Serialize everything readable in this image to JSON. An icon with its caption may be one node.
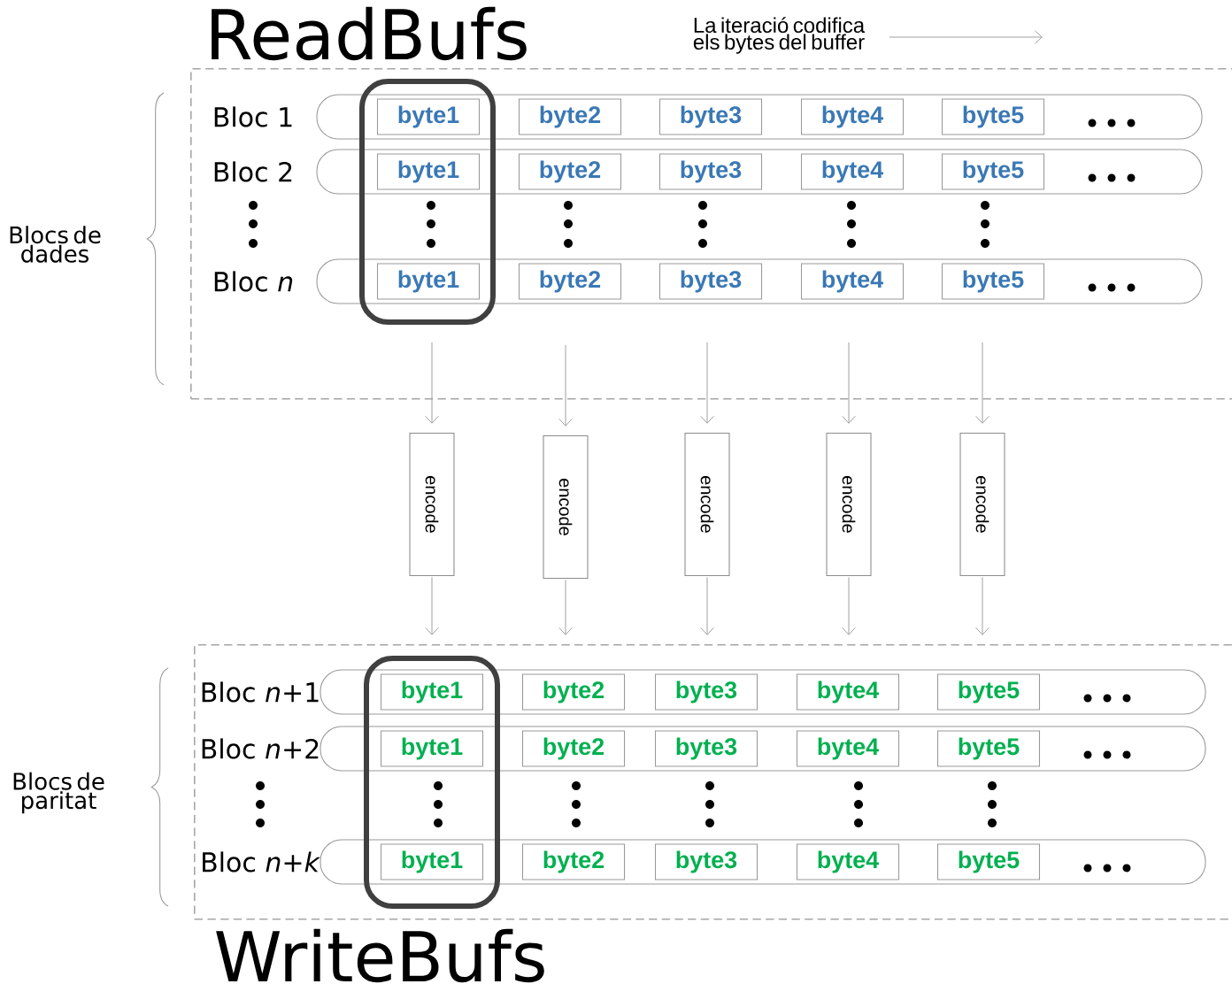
{
  "diagram": {
    "nodes": [
      {
        "text": [
          "ReadBufs"
        ]
      },
      {
        "text": [
          "Bloc 1"
        ],
        "in": 0
      },
      {
        "text": [
          "byte1"
        ],
        "in": 1
      },
      {
        "text": [
          "byte2"
        ],
        "in": 1
      },
      {
        "text": [
          "byte3"
        ],
        "in": 1
      },
      {
        "text": [
          "byte4"
        ],
        "in": 1
      },
      {
        "text": [
          "byte5"
        ],
        "in": 1
      },
      {
        "text": [
          "Bloc 2"
        ],
        "in": 0
      },
      {
        "text": [
          "byte1"
        ],
        "in": 7
      },
      {
        "text": [
          "byte2"
        ],
        "in": 7
      },
      {
        "text": [
          "byte3"
        ],
        "in": 7
      },
      {
        "text": [
          "byte4"
        ],
        "in": 7
      },
      {
        "text": [
          "byte5"
        ],
        "in": 7
      },
      {
        "text": [
          "Bloc *n*"
        ],
        "in": 0
      },
      {
        "text": [
          "byte1"
        ],
        "in": 13
      },
      {
        "text": [
          "byte2"
        ],
        "in": 13
      },
      {
        "text": [
          "byte3"
        ],
        "in": 13
      },
      {
        "text": [
          "byte4"
        ],
        "in": 13
      },
      {
        "text": [
          "byte5"
        ],
        "in": 13
      },
      {
        "text": [
          "encode"
        ]
      },
      {
        "text": [
          "encode"
        ]
      },
      {
        "text": [
          "encode"
        ]
      },
      {
        "text": [
          "encode"
        ]
      },
      {
        "text": [
          "encode"
        ]
      },
      {
        "text": [
          "WriteBufs"
        ]
      },
      {
        "text": [
          "Bloc *n*+1"
        ],
        "in": 24
      },
      {
        "text": [
          "byte1"
        ],
        "in": 25
      },
      {
        "text": [
          "byte2"
        ],
        "in": 25
      },
      {
        "text": [
          "byte3"
        ],
        "in": 25
      },
      {
        "text": [
          "byte4"
        ],
        "in": 25
      },
      {
        "text": [
          "byte5"
        ],
        "in": 25
      },
      {
        "text": [
          "Bloc *n*+2"
        ],
        "in": 24
      },
      {
        "text": [
          "byte1"
        ],
        "in": 31
      },
      {
        "text": [
          "byte2"
        ],
        "in": 31
      },
      {
        "text": [
          "byte3"
        ],
        "in": 31
      },
      {
        "text": [
          "byte4"
        ],
        "in": 31
      },
      {
        "text": [
          "byte5"
        ],
        "in": 31
      },
      {
        "text": [
          "Bloc *n*+*k*"
        ],
        "in": 24
      },
      {
        "text": [
          "byte1"
        ],
        "in": 37
      },
      {
        "text": [
          "byte2"
        ],
        "in": 37
      },
      {
        "text": [
          "byte3"
        ],
        "in": 37
      },
      {
        "text": [
          "byte4"
        ],
        "in": 37
      },
      {
        "text": [
          "byte5"
        ],
        "in": 37
      }
    ],
    "edges": [
      {
        "from": null,
        "to": 19,
        "arrow": "to"
      },
      {
        "from": null,
        "to": 20,
        "arrow": "to"
      },
      {
        "from": null,
        "to": 21,
        "arrow": "to"
      },
      {
        "from": null,
        "to": 22,
        "arrow": "to"
      },
      {
        "from": null,
        "to": 23,
        "arrow": "to"
      },
      {
        "from": 19,
        "to": 24,
        "arrow": "to"
      },
      {
        "from": 20,
        "to": 24,
        "arrow": "to"
      },
      {
        "from": 21,
        "to": 24,
        "arrow": "to"
      },
      {
        "from": 22,
        "to": 24,
        "arrow": "to"
      },
      {
        "from": 23,
        "to": 24,
        "arrow": "to"
      }
    ],
    "labels": [
      "La iteració codifica els bytes del buffer",
      "Blocs de dades",
      "Blocs de paritat"
    ]
  }
}
